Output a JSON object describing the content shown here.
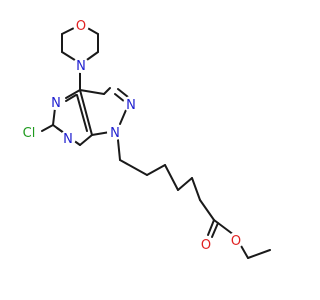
{
  "molecule": {
    "colors": {
      "bond": "#1a1a1a",
      "nitrogen": "#2020d0",
      "oxygen": "#e02020",
      "chlorine": "#1e9a1e"
    },
    "atoms": {
      "morpholine_o": "O",
      "morpholine_n": "N",
      "ring_n1": "N",
      "ring_n2": "N",
      "ring_n3": "N",
      "ring_n4": "N",
      "chlorine": "Cl",
      "ester_o_double": "O",
      "ester_o_single": "O"
    }
  }
}
